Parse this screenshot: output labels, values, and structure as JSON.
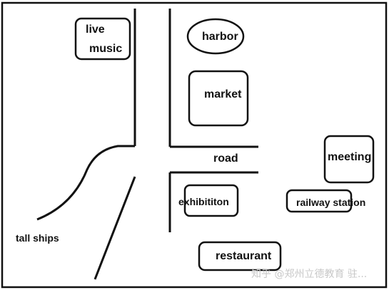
{
  "map": {
    "places": {
      "live_music_line1": "live",
      "live_music_line2": "music",
      "harbor": "harbor",
      "market": "market",
      "road": "road",
      "meeting": "meeting",
      "exhibition": "exhibititon",
      "railway_station": "railway station",
      "tall_ships": "tall ships",
      "restaurant": "restaurant"
    },
    "watermark": "知乎 @郑州立德教育 驻..."
  },
  "colors": {
    "ink": "#111111",
    "background": "#ffffff",
    "watermark": "#c8c8c8"
  }
}
